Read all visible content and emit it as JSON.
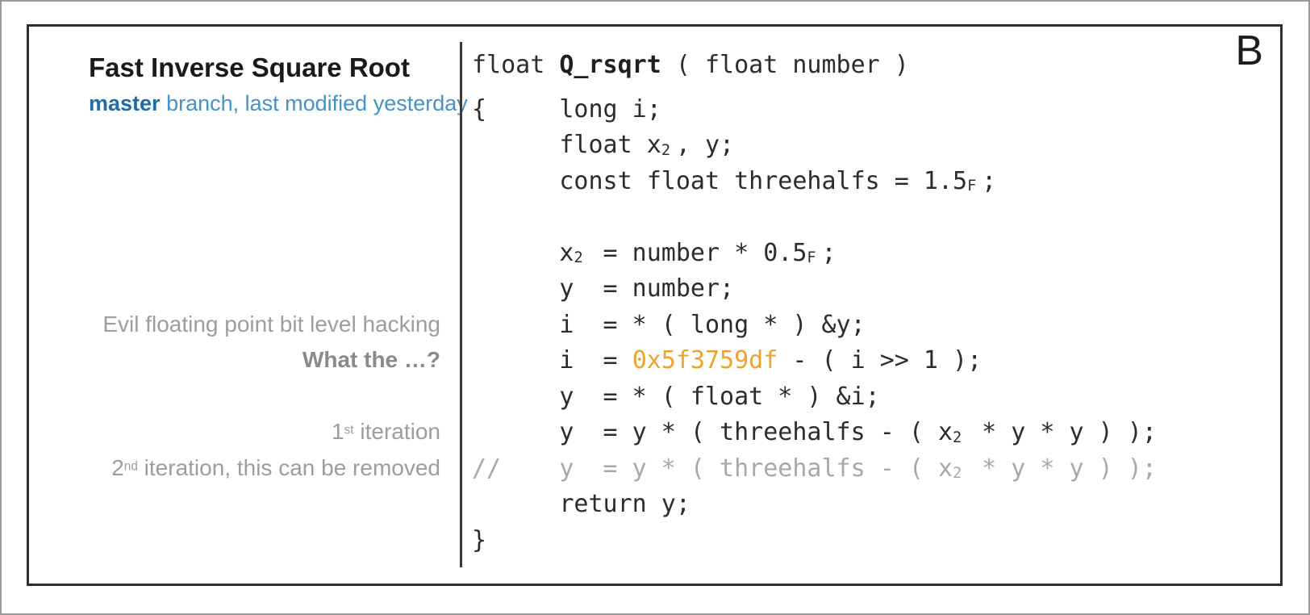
{
  "page": {
    "panel_label": "B"
  },
  "header": {
    "title": "Fast Inverse Square Root",
    "branch_label": "master",
    "subtitle_rest": " branch, last modified yesterday"
  },
  "colors": {
    "branch_blue": "#1e6da6",
    "subtitle_blue": "#4193c8",
    "hex_orange": "#f0a32c",
    "annotation_gray": "#9d9d9d",
    "comment_gray": "#a8a8a8",
    "code_black": "#2c2c2c",
    "border_dark": "#2e2e2e"
  },
  "annotations": [
    {
      "line": 7,
      "segments": [
        {
          "t": "Evil floating point bit level hacking"
        }
      ]
    },
    {
      "line": 8,
      "segments": [
        {
          "t": "What the …?",
          "s": "strong"
        }
      ]
    },
    {
      "line": 10,
      "segments": [
        {
          "t": "1"
        },
        {
          "t": "st",
          "s": "sup"
        },
        {
          "t": " iteration"
        }
      ]
    },
    {
      "line": 11,
      "segments": [
        {
          "t": "2"
        },
        {
          "t": "nd",
          "s": "sup"
        },
        {
          "t": " iteration, this can be removed"
        }
      ]
    }
  ],
  "code": {
    "lines": [
      {
        "segments": [
          {
            "t": "float "
          },
          {
            "t": "Q_rsqrt",
            "s": "b"
          },
          {
            "t": " ( float number )"
          }
        ]
      },
      {
        "segments": [
          {
            "t": "{     long i;"
          }
        ]
      },
      {
        "segments": [
          {
            "t": "      float x"
          },
          {
            "t": "2",
            "s": "sub"
          },
          {
            "t": ", y;"
          }
        ]
      },
      {
        "segments": [
          {
            "t": "      const float threehalfs = 1.5"
          },
          {
            "t": "F",
            "s": "sub"
          },
          {
            "t": ";"
          }
        ]
      },
      {
        "segments": []
      },
      {
        "segments": [
          {
            "t": "      x"
          },
          {
            "t": "2",
            "s": "sub"
          },
          {
            "t": " = number * 0.5"
          },
          {
            "t": "F",
            "s": "sub"
          },
          {
            "t": ";"
          }
        ]
      },
      {
        "segments": [
          {
            "t": "      y  = number;"
          }
        ]
      },
      {
        "segments": [
          {
            "t": "      i  = * ( long * ) &y;"
          }
        ]
      },
      {
        "segments": [
          {
            "t": "      i  = "
          },
          {
            "t": "0x5f3759df",
            "s": "hex"
          },
          {
            "t": " - ( i >> 1 );"
          }
        ]
      },
      {
        "segments": [
          {
            "t": "      y  = * ( float * ) &i;"
          }
        ]
      },
      {
        "segments": [
          {
            "t": "      y  = y * ( threehalfs - ( x"
          },
          {
            "t": "2",
            "s": "sub"
          },
          {
            "t": " * y * y ) );"
          }
        ]
      },
      {
        "segments": [
          {
            "t": "//    ",
            "s": "cm"
          },
          {
            "t": "y  = y * ( threehalfs - ( x",
            "s": "cm"
          },
          {
            "t": "2",
            "s": "cm sub"
          },
          {
            "t": " * y * y ) );",
            "s": "cm"
          }
        ]
      },
      {
        "segments": [
          {
            "t": "      return y;"
          }
        ]
      },
      {
        "segments": [
          {
            "t": "}"
          }
        ]
      }
    ]
  }
}
